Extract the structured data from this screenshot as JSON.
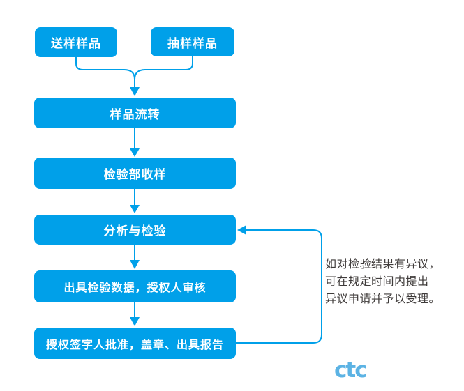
{
  "colors": {
    "node_fill": "#00A0E9",
    "node_text": "#ffffff",
    "connector": "#00A0E9",
    "note_text": "#3F3B3A",
    "logo_blue": "#5CB3E4",
    "background": "#ffffff"
  },
  "flowchart": {
    "nodes": [
      {
        "id": "sample-submission",
        "label": "送样样品"
      },
      {
        "id": "sample-sampling",
        "label": "抽样样品"
      },
      {
        "id": "sample-transfer",
        "label": "样品流转"
      },
      {
        "id": "dept-receiving",
        "label": "检验部收样"
      },
      {
        "id": "analysis-inspection",
        "label": "分析与检验"
      },
      {
        "id": "issue-data-review",
        "label": "出具检验数据，授权人审核"
      },
      {
        "id": "approval-stamp-report",
        "label": "授权签字人批准，盖章、出具报告"
      }
    ],
    "note": {
      "lines": [
        "如对检验结果有异议，",
        "可在规定时间内提出",
        "异议申请并予以受理。"
      ]
    },
    "logo_text": "ctc"
  }
}
